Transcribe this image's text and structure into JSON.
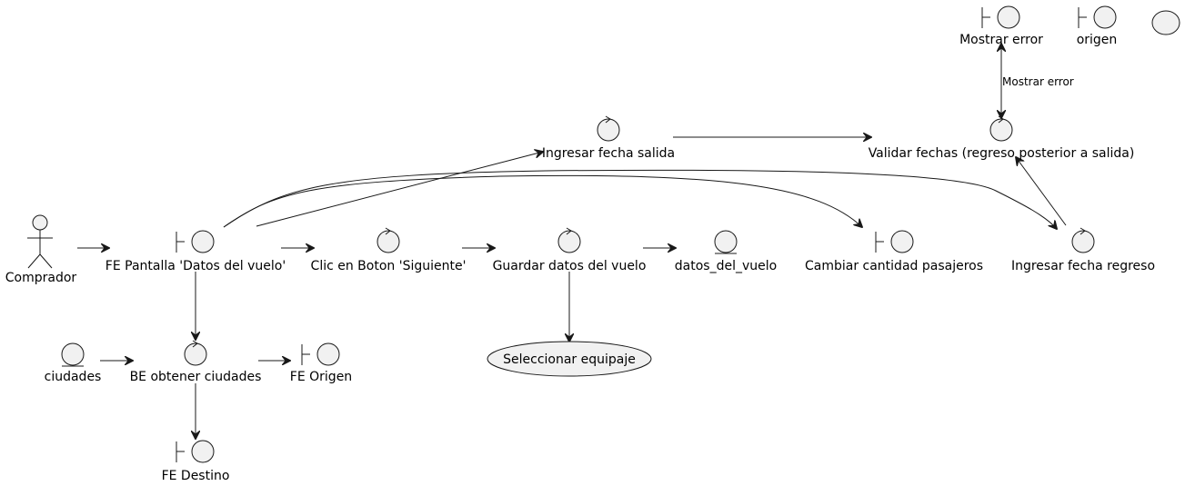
{
  "colors": {
    "shape_fill": "#F1F1F1",
    "stroke": "#181818",
    "text": "#000000",
    "background": "#FFFFFF"
  },
  "nodes": {
    "comprador": {
      "label": "Comprador",
      "kind": "actor"
    },
    "fe_pantalla": {
      "label": "FE Pantalla 'Datos del vuelo'",
      "kind": "boundary"
    },
    "clic_siguiente": {
      "label": "Clic en Boton 'Siguiente'",
      "kind": "control"
    },
    "guardar_datos": {
      "label": "Guardar datos del vuelo",
      "kind": "control"
    },
    "datos_del_vuelo": {
      "label": "datos_del_vuelo",
      "kind": "entity"
    },
    "cambiar_pasajeros": {
      "label": "Cambiar cantidad pasajeros",
      "kind": "boundary"
    },
    "ingresar_regreso": {
      "label": "Ingresar fecha regreso",
      "kind": "control"
    },
    "ingresar_salida": {
      "label": "Ingresar fecha salida",
      "kind": "control"
    },
    "validar_fechas": {
      "label": "Validar fechas (regreso posterior a salida)",
      "kind": "control"
    },
    "mostrar_error": {
      "label": "Mostrar error",
      "kind": "boundary"
    },
    "origen": {
      "label": "origen",
      "kind": "boundary"
    },
    "unlabeled_usecase": {
      "label": "",
      "kind": "usecase"
    },
    "ciudades": {
      "label": "ciudades",
      "kind": "entity"
    },
    "be_obtener": {
      "label": "BE obtener ciudades",
      "kind": "control"
    },
    "fe_origen": {
      "label": "FE Origen",
      "kind": "boundary"
    },
    "fe_destino": {
      "label": "FE Destino",
      "kind": "boundary"
    },
    "seleccionar_equipaje": {
      "label": "Seleccionar equipaje",
      "kind": "usecase"
    }
  },
  "edges": [
    {
      "from": "comprador",
      "to": "fe_pantalla",
      "label": ""
    },
    {
      "from": "fe_pantalla",
      "to": "clic_siguiente",
      "label": ""
    },
    {
      "from": "clic_siguiente",
      "to": "guardar_datos",
      "label": ""
    },
    {
      "from": "guardar_datos",
      "to": "datos_del_vuelo",
      "label": ""
    },
    {
      "from": "guardar_datos",
      "to": "seleccionar_equipaje",
      "label": ""
    },
    {
      "from": "fe_pantalla",
      "to": "be_obtener",
      "label": ""
    },
    {
      "from": "ciudades",
      "to": "be_obtener",
      "label": ""
    },
    {
      "from": "be_obtener",
      "to": "fe_origen",
      "label": ""
    },
    {
      "from": "be_obtener",
      "to": "fe_destino",
      "label": ""
    },
    {
      "from": "fe_pantalla",
      "to": "ingresar_salida",
      "label": ""
    },
    {
      "from": "fe_pantalla",
      "to": "cambiar_pasajeros",
      "label": ""
    },
    {
      "from": "fe_pantalla",
      "to": "ingresar_regreso",
      "label": ""
    },
    {
      "from": "ingresar_salida",
      "to": "validar_fechas",
      "label": ""
    },
    {
      "from": "ingresar_regreso",
      "to": "validar_fechas",
      "label": ""
    },
    {
      "from": "validar_fechas",
      "to": "mostrar_error",
      "label": "Mostrar error"
    }
  ]
}
